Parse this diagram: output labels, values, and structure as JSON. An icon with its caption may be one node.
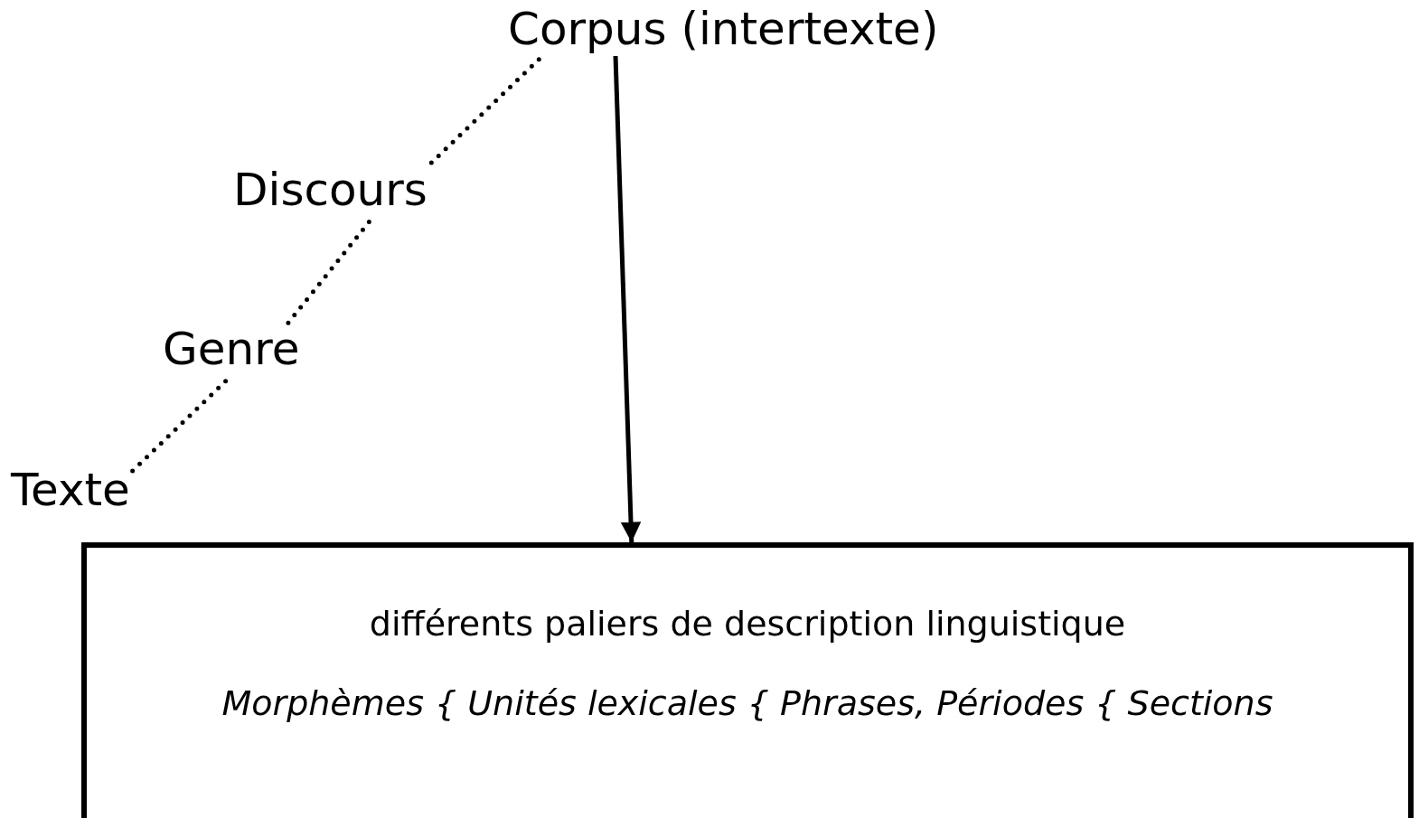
{
  "diagram": {
    "nodes": [
      {
        "text": [
          "Corpus (intertexte)"
        ]
      },
      {
        "text": [
          "Discours"
        ]
      },
      {
        "text": [
          "Genre"
        ]
      },
      {
        "text": [
          "Texte"
        ]
      },
      {
        "text": [
          "différents paliers de description linguistique",
          "Morphèmes { Unités lexicales { Phrases, Périodes { Sections"
        ]
      }
    ],
    "edges": [
      {
        "from": 3,
        "to": 2,
        "arrow": "none",
        "style": "dashed"
      },
      {
        "from": 2,
        "to": 1,
        "arrow": "none",
        "style": "dashed"
      },
      {
        "from": 1,
        "to": 0,
        "arrow": "none",
        "style": "dashed"
      },
      {
        "from": 0,
        "to": 4,
        "arrow": "to"
      }
    ]
  }
}
